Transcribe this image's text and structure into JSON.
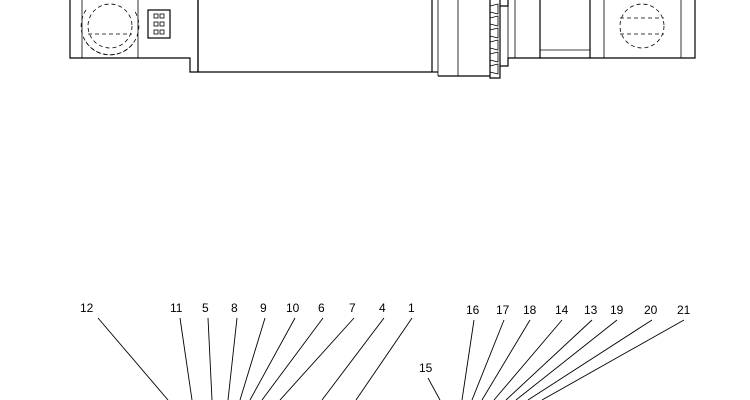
{
  "callouts_left": [
    "12",
    "11",
    "5",
    "8",
    "9",
    "10",
    "6",
    "7",
    "4",
    "1"
  ],
  "callouts_right": [
    "16",
    "17",
    "18",
    "14",
    "13",
    "19",
    "20",
    "21"
  ],
  "callout_center": "15",
  "colors": {
    "ink": "#000000",
    "paper": "#ffffff"
  }
}
